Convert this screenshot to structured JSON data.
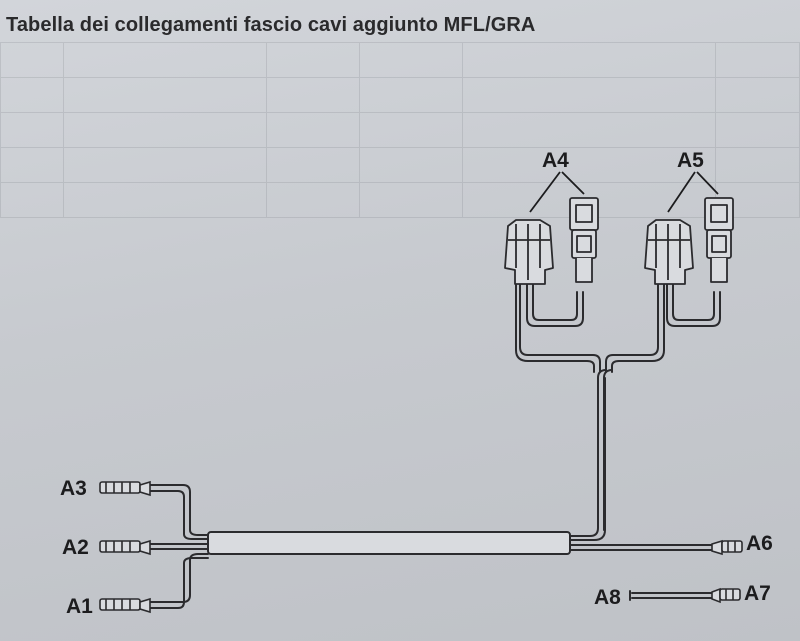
{
  "page": {
    "title": "Tabella dei collegamenti fascio cavi aggiunto MFL/GRA"
  },
  "diagram": {
    "connectors": {
      "a1": "A1",
      "a2": "A2",
      "a3": "A3",
      "a4": "A4",
      "a5": "A5",
      "a6": "A6",
      "a7": "A7",
      "a8": "A8"
    }
  },
  "colors": {
    "paper": "#c9ccd1",
    "ink": "#1c1c1e"
  }
}
